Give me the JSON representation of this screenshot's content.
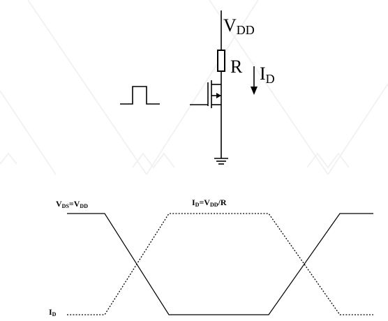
{
  "circuit": {
    "supply_main": "V",
    "supply_sub": "DD",
    "resistor": "R",
    "current_main": "I",
    "current_sub": "D"
  },
  "waveform": {
    "vds_a": "V",
    "vds_a_sub": "DS",
    "vds_eq": "=V",
    "vds_b_sub": "DD",
    "id_a": "I",
    "id_a_sub": "D",
    "id_eq": "=V",
    "id_b_sub": "DD",
    "id_tail": "/R",
    "id_low": "I",
    "id_low_sub": "D"
  }
}
